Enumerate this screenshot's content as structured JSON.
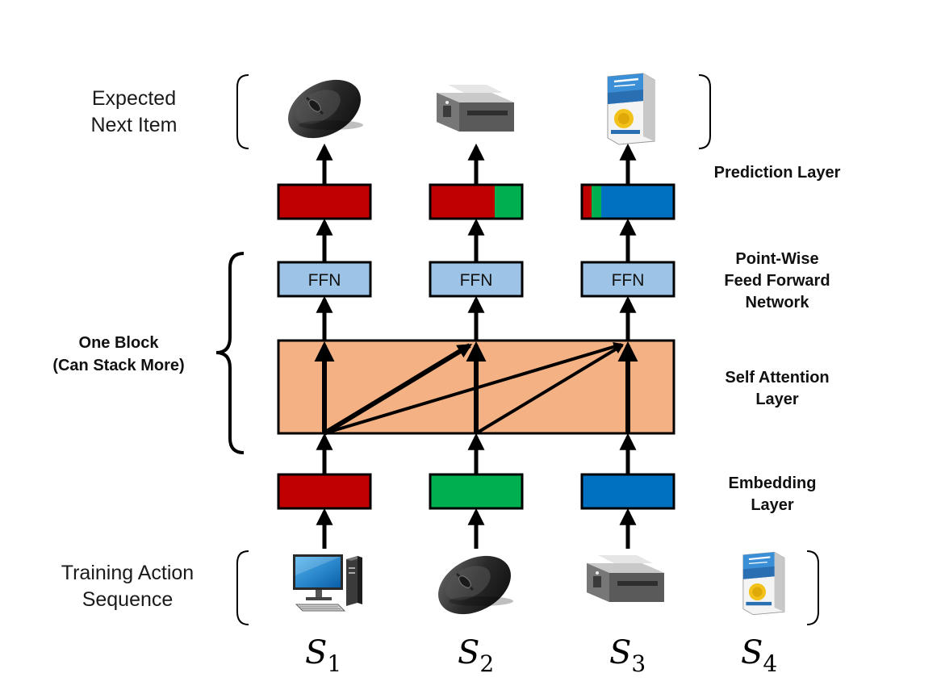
{
  "labels": {
    "expected_line1": "Expected",
    "expected_line2": "Next Item",
    "training_line1": "Training Action",
    "training_line2": "Sequence",
    "one_block_line1": "One Block",
    "one_block_line2": "(Can Stack More)",
    "prediction_layer": "Prediction Layer",
    "ffn_line1": "Point-Wise",
    "ffn_line2": "Feed Forward",
    "ffn_line3": "Network",
    "attention_line1": "Self Attention",
    "attention_line2": "Layer",
    "embedding_line1": "Embedding",
    "embedding_line2": "Layer"
  },
  "ffn_label": "FFN",
  "sequence": [
    {
      "base": "S",
      "sub": "1"
    },
    {
      "base": "S",
      "sub": "2"
    },
    {
      "base": "S",
      "sub": "3"
    },
    {
      "base": "S",
      "sub": "4"
    }
  ],
  "colors": {
    "red": "#c00000",
    "green": "#00b050",
    "blue": "#0070c0",
    "ffn": "#9dc3e6",
    "attention": "#f4b183"
  },
  "items": {
    "inputs": [
      "computer-icon",
      "mouse-icon",
      "printer-icon",
      "paper-icon"
    ],
    "outputs": [
      "mouse-icon",
      "printer-icon",
      "paper-icon"
    ]
  }
}
